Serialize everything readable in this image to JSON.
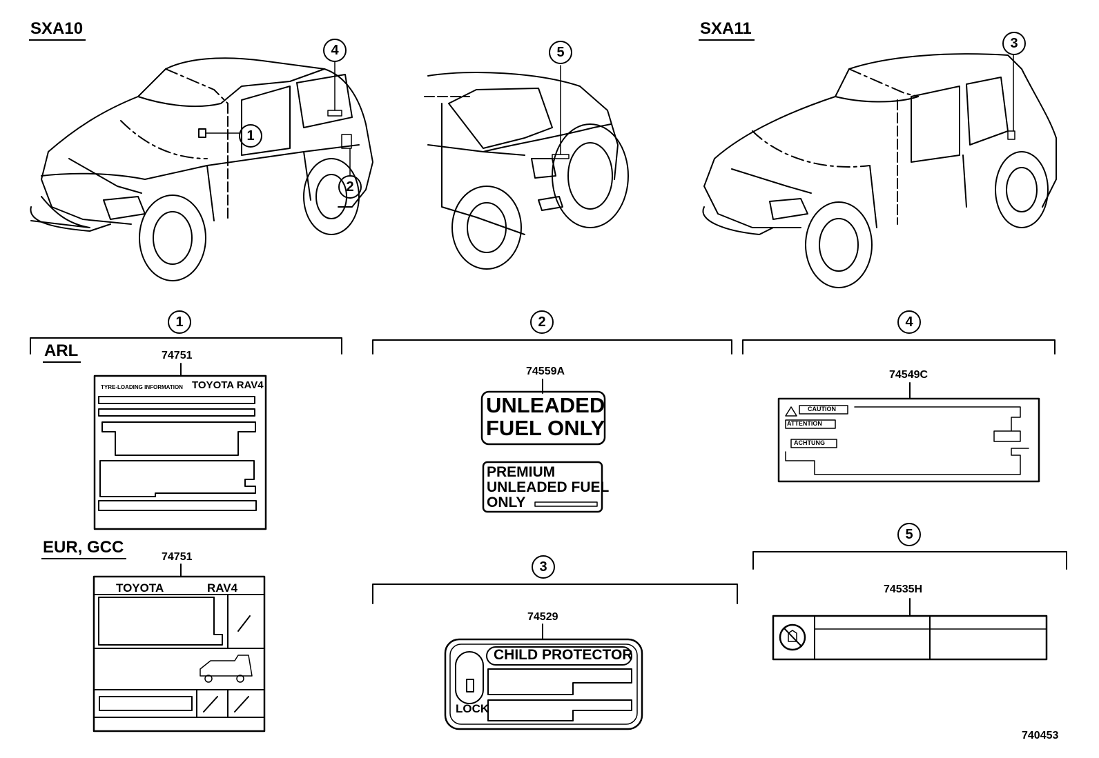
{
  "models": {
    "left": "SXA10",
    "right": "SXA11"
  },
  "callouts": [
    "1",
    "2",
    "3",
    "4",
    "5"
  ],
  "sections": {
    "s1": {
      "number": "1",
      "regions": [
        {
          "name": "ARL",
          "part": "74751",
          "label_title_left": "TYRE-LOADING INFORMATION",
          "label_title_right": "TOYOTA  RAV4"
        },
        {
          "name": "EUR, GCC",
          "part": "74751",
          "label_left": "TOYOTA",
          "label_right": "RAV4"
        }
      ]
    },
    "s2": {
      "number": "2",
      "part": "74559A",
      "decal_a": [
        "UNLEADED",
        "FUEL ONLY"
      ],
      "decal_b": [
        "PREMIUM",
        "UNLEADED FUEL",
        "ONLY"
      ]
    },
    "s3": {
      "number": "3",
      "part": "74529",
      "title": "CHILD PROTECTOR",
      "lock": "LOCK"
    },
    "s4": {
      "number": "4",
      "part": "74549C",
      "tags": [
        "CAUTION",
        "ATTENTION",
        "ACHTUNG"
      ]
    },
    "s5": {
      "number": "5",
      "part": "74535H"
    }
  },
  "figure_id": "740453"
}
